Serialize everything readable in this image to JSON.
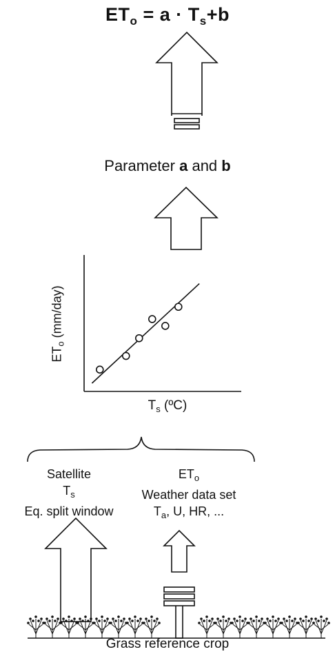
{
  "formula": {
    "lhs": "ET",
    "lhs_sub": "o",
    "middle": " = a · T",
    "ts_sub": "s",
    "rhs": "+b"
  },
  "parameter": {
    "prefix": "Parameter ",
    "a": "a",
    "and": " and ",
    "b": "b"
  },
  "chart_data": {
    "type": "scatter",
    "ylabel_main": "ET",
    "ylabel_sub": "o",
    "ylabel_rest": " (mm/day)",
    "xlabel_main": "T",
    "xlabel_sub": "s",
    "xlabel_rest": " (ºC)",
    "points": [
      {
        "x": 1.2,
        "y": 1.6
      },
      {
        "x": 3.2,
        "y": 2.6
      },
      {
        "x": 4.2,
        "y": 3.9
      },
      {
        "x": 5.2,
        "y": 5.3
      },
      {
        "x": 6.2,
        "y": 4.8
      },
      {
        "x": 7.2,
        "y": 6.2
      }
    ],
    "fit_line": {
      "x_start": 0.6,
      "y_start": 0.6,
      "x_end": 8.8,
      "y_end": 7.9
    },
    "xlim": [
      0,
      12
    ],
    "ylim": [
      0,
      10
    ],
    "grid": false
  },
  "left_column": {
    "line1": "Satellite",
    "line2_main": "T",
    "line2_sub": "s",
    "line3": "Eq. split window"
  },
  "right_column": {
    "line1_main": "ET",
    "line1_sub": "o",
    "line2": "Weather data set",
    "line3_t": "T",
    "line3_sub": "a",
    "line3_rest": ", U, HR, ..."
  },
  "bottom_label": "Grass reference crop"
}
